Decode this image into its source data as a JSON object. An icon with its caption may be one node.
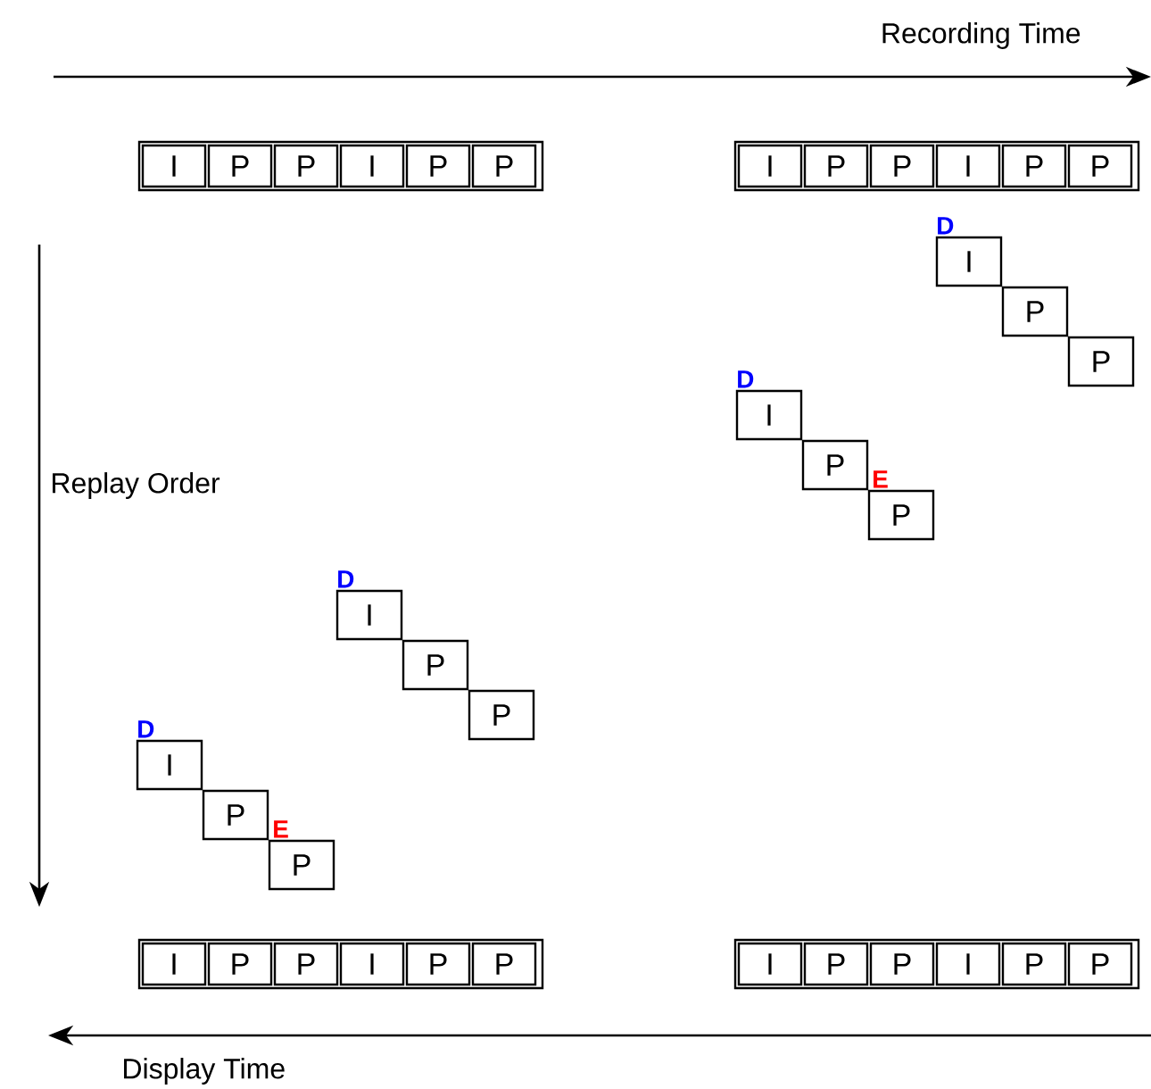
{
  "diagram": {
    "nodes": [
      {
        "text": [],
        "shape": "box"
      },
      {
        "text": [
          "I"
        ],
        "in": 0
      },
      {
        "text": [
          "P"
        ],
        "in": 0
      },
      {
        "text": [
          "P"
        ],
        "in": 0
      },
      {
        "text": [
          "I"
        ],
        "in": 0
      },
      {
        "text": [
          "P"
        ],
        "in": 0
      },
      {
        "text": [
          "P"
        ],
        "in": 0
      },
      {
        "text": [],
        "shape": "box"
      },
      {
        "text": [
          "I"
        ],
        "in": 7
      },
      {
        "text": [
          "P"
        ],
        "in": 7
      },
      {
        "text": [
          "P"
        ],
        "in": 7
      },
      {
        "text": [
          "I"
        ],
        "in": 7
      },
      {
        "text": [
          "P"
        ],
        "in": 7
      },
      {
        "text": [
          "P"
        ],
        "in": 7
      },
      {
        "text": [
          "I"
        ],
        "beside": [
          "D"
        ]
      },
      {
        "text": [
          "P"
        ]
      },
      {
        "text": [
          "P"
        ]
      },
      {
        "text": [
          "I"
        ],
        "beside": [
          "D"
        ]
      },
      {
        "text": [
          "P"
        ]
      },
      {
        "text": [
          "P"
        ],
        "beside": [
          "E"
        ]
      },
      {
        "text": [
          "I"
        ],
        "beside": [
          "D"
        ]
      },
      {
        "text": [
          "P"
        ]
      },
      {
        "text": [
          "P"
        ]
      },
      {
        "text": [
          "I"
        ],
        "beside": [
          "D"
        ]
      },
      {
        "text": [
          "P"
        ]
      },
      {
        "text": [
          "P"
        ],
        "beside": [
          "E"
        ]
      },
      {
        "text": [],
        "shape": "box"
      },
      {
        "text": [
          "I"
        ],
        "in": 26
      },
      {
        "text": [
          "P"
        ],
        "in": 26
      },
      {
        "text": [
          "P"
        ],
        "in": 26
      },
      {
        "text": [
          "I"
        ],
        "in": 26
      },
      {
        "text": [
          "P"
        ],
        "in": 26
      },
      {
        "text": [
          "P"
        ],
        "in": 26
      },
      {
        "text": [],
        "shape": "box"
      },
      {
        "text": [
          "I"
        ],
        "in": 33
      },
      {
        "text": [
          "P"
        ],
        "in": 33
      },
      {
        "text": [
          "P"
        ],
        "in": 33
      },
      {
        "text": [
          "I"
        ],
        "in": 33
      },
      {
        "text": [
          "P"
        ],
        "in": 33
      },
      {
        "text": [
          "P"
        ],
        "in": 33
      }
    ],
    "labels": [
      "Recording Time",
      "Replay Order",
      "Display Time"
    ]
  }
}
